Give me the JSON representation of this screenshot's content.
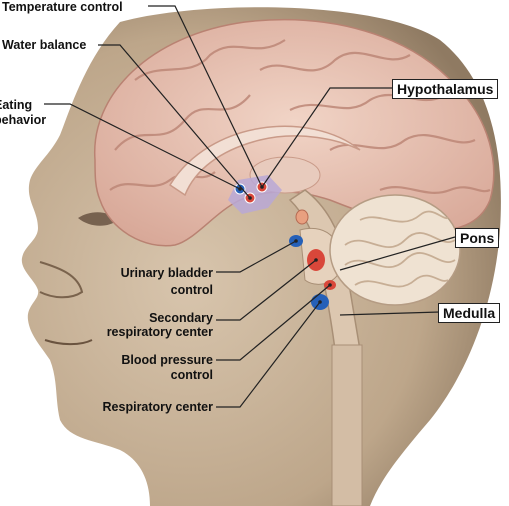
{
  "labels": {
    "temperature_control": "Temperature control",
    "water_balance": "Water balance",
    "eating_line1": "Eating",
    "eating_line2": "behavior",
    "urinary_line1": "Urinary bladder",
    "urinary_line2": "control",
    "secondary_line1": "Secondary",
    "secondary_line2": "respiratory center",
    "blood_line1": "Blood pressure",
    "blood_line2": "control",
    "respiratory_center": "Respiratory center",
    "hypothalamus": "Hypothalamus",
    "pons": "Pons",
    "medulla": "Medulla"
  },
  "colors": {
    "skin": "#c9b49a",
    "skin_shadow": "#8f7a62",
    "cortex": "#e6c2b2",
    "cortex_dark": "#c99a88",
    "hypothalamus_region": "#b9a8d6",
    "nucleus_red": "#d9473a",
    "nucleus_blue": "#2560b8",
    "brainstem": "#dcc7b0",
    "cerebellum": "#efe2d2"
  }
}
